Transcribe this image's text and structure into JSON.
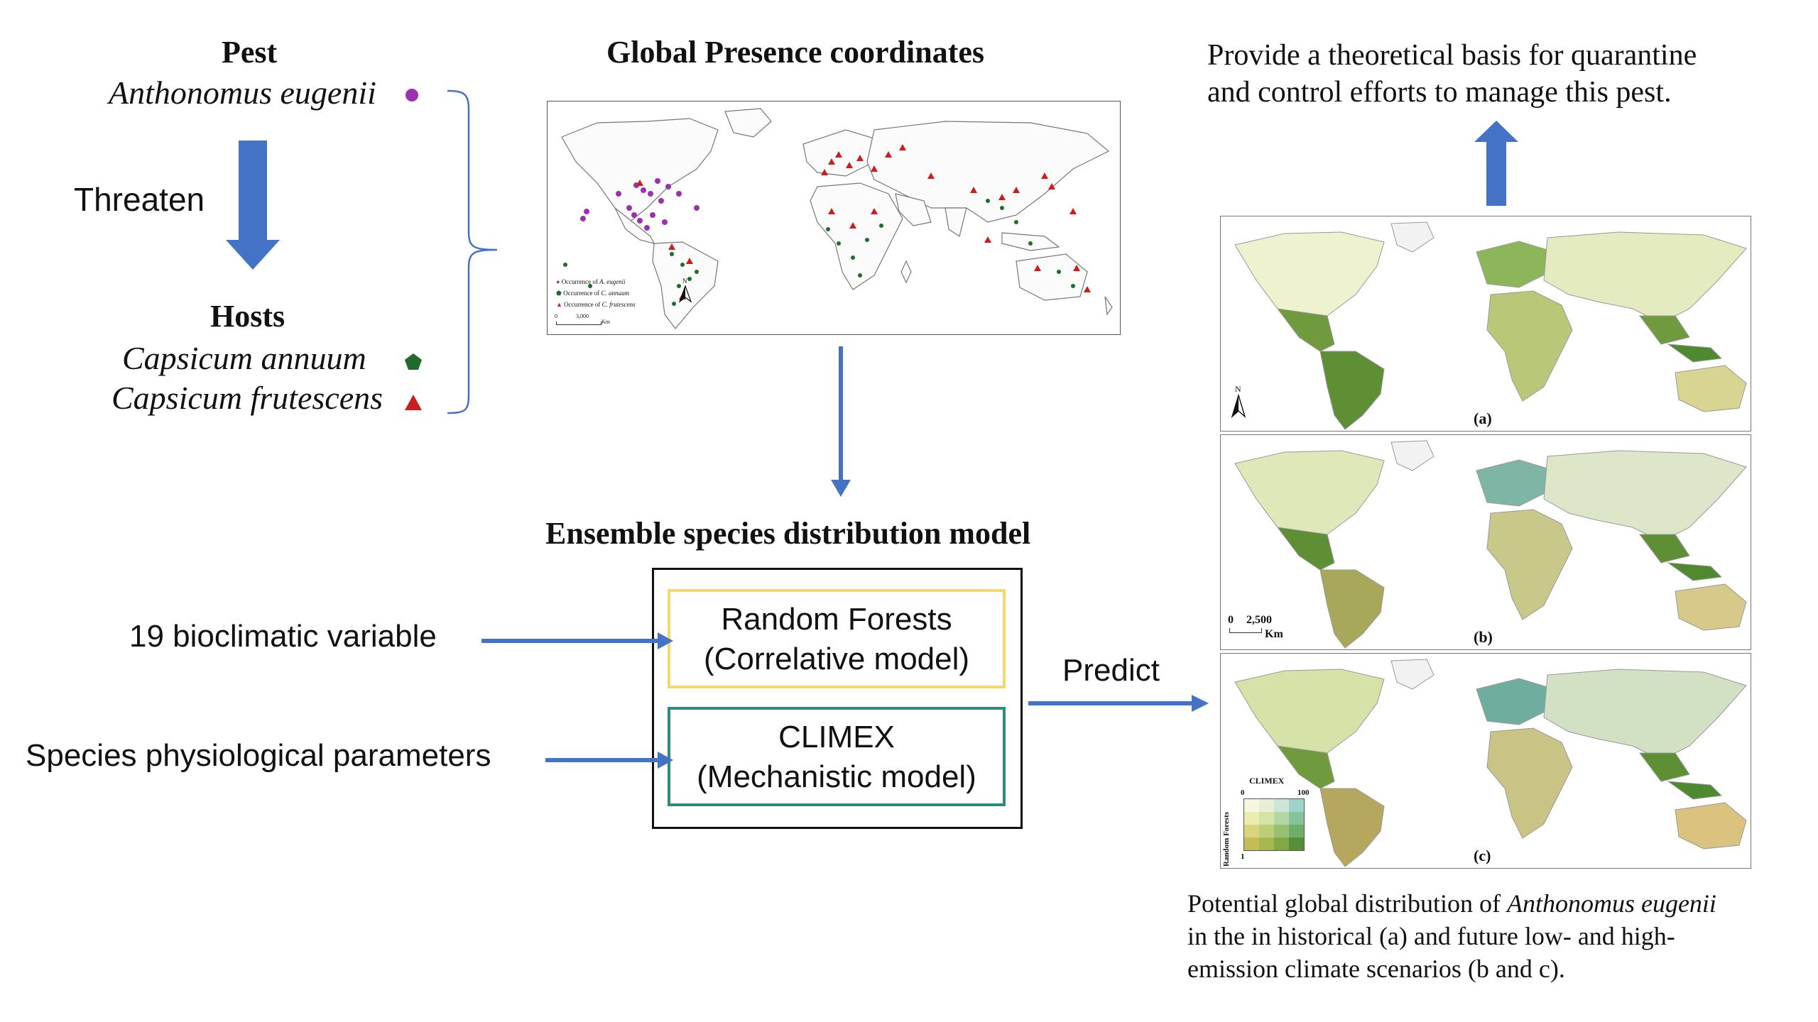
{
  "pest": {
    "title": "Pest",
    "species": "Anthonomus eugenii"
  },
  "threaten_label": "Threaten",
  "hosts": {
    "title": "Hosts",
    "species1": "Capsicum annuum",
    "species2": "Capsicum frutescens"
  },
  "presence": {
    "title": "Global Presence coordinates",
    "legend": {
      "item1_prefix": "Occurrence of ",
      "item1_species": "A. eugenii",
      "item2_prefix": "Occurrence of ",
      "item2_species": "C. annuum",
      "item3_prefix": "Occurrence of ",
      "item3_species": "C. frutescens",
      "scale_0": "0",
      "scale_val": "3,000",
      "scale_unit": "Km"
    },
    "north": "N"
  },
  "ensemble": {
    "title": "Ensemble species distribution model",
    "rf_line1": "Random Forests",
    "rf_line2": "(Correlative model)",
    "climex_line1": "CLIMEX",
    "climex_line2": "(Mechanistic model)"
  },
  "inputs": {
    "bioclim": "19 bioclimatic variable",
    "physio": "Species physiological parameters"
  },
  "predict_label": "Predict",
  "goal": {
    "line1": "Provide a theoretical basis for quarantine",
    "line2": "and control efforts to manage this pest."
  },
  "maps": {
    "a_label": "(a)",
    "b_label": "(b)",
    "c_label": "(c)",
    "north": "N",
    "scale_0": "0",
    "scale_val": "2,500",
    "scale_unit": "Km",
    "legend_climex": "CLIMEX",
    "legend_0": "0",
    "legend_100": "100",
    "legend_rf": "Random Forests",
    "legend_1": "1"
  },
  "caption": {
    "line1_prefix": "Potential global distribution of ",
    "line1_species": "Anthonomus eugenii",
    "line2": "in the in historical (a) and future low- and high-",
    "line3": "emission climate scenarios (b and c)."
  },
  "colors": {
    "arrow_blue": "#4472c4",
    "rf_border": "#f5d76e",
    "climex_border": "#2e8b7a",
    "pest_marker": "#9b30b0",
    "annuum_marker": "#1f6b2a",
    "frutescens_marker": "#c81e1e"
  }
}
